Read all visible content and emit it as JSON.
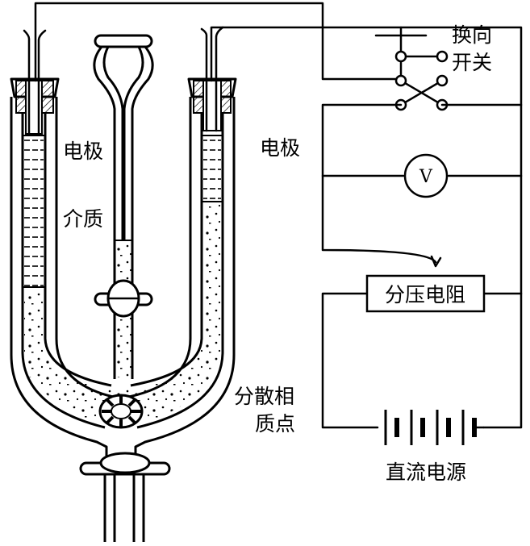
{
  "labels": {
    "electrode_left": "电极",
    "electrode_right": "电极",
    "medium": "介质",
    "dispersed_particles_line1": "分散相",
    "dispersed_particles_line2": "质点",
    "reversing_switch_line1": "换向",
    "reversing_switch_line2": "开关",
    "voltmeter": "V",
    "voltage_divider": "分压电阻",
    "dc_power": "直流电源"
  },
  "colors": {
    "line": "#000000",
    "background": "#ffffff"
  }
}
